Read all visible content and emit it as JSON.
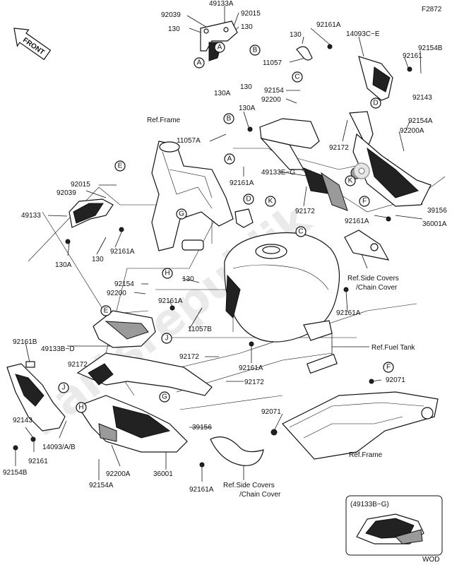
{
  "figure_code": "F2872",
  "bottom_code": "WOD",
  "front_label": "FRONT",
  "watermark": "Partsrepublik",
  "inset_label": "(49133B~G)",
  "part_labels": [
    "92039",
    "49133A",
    "92015",
    "130",
    "130",
    "92161A",
    "130",
    "14093C~E",
    "92154B",
    "92161",
    "11057",
    "92143",
    "130A",
    "130",
    "92154",
    "92200",
    "Ref.Frame",
    "130A",
    "11057A",
    "92172",
    "92154A",
    "92200A",
    "92015",
    "92039",
    "92161A",
    "49133E~G",
    "49133",
    "92172",
    "39156",
    "92161A",
    "36001A",
    "130A",
    "130",
    "92161A",
    "Ref.Side Covers",
    "/Chain Cover",
    "92154",
    "92200",
    "92161A",
    "130",
    "11057B",
    "92161A",
    "92161B",
    "49133B~D",
    "Ref.Fuel Tank",
    "92172",
    "92161A",
    "92071",
    "92172",
    "92172",
    "92071",
    "92143",
    "39156",
    "14093/A/B",
    "92161",
    "92154B",
    "92200A",
    "36001",
    "Ref.Frame",
    "92154A",
    "92161A",
    "Ref.Side Covers",
    "/Chain Cover"
  ],
  "callouts": [
    "A",
    "B",
    "A",
    "B",
    "C",
    "D",
    "A",
    "E",
    "D",
    "K",
    "G",
    "C",
    "H",
    "E",
    "J",
    "J",
    "H",
    "G",
    "F",
    "K",
    "F"
  ],
  "icons": [
    "front-arrow-icon",
    "manual-reference-icon"
  ]
}
